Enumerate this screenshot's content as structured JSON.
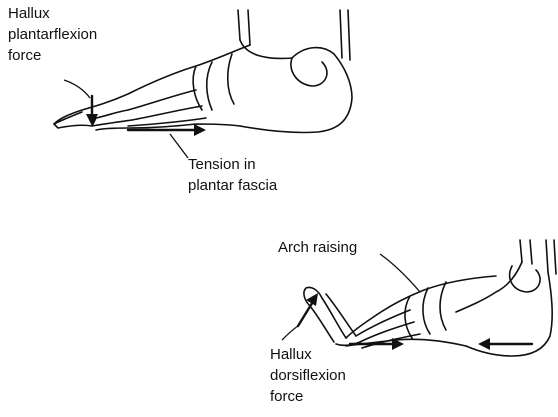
{
  "panels": [
    {
      "foot_position": "plantarflexed",
      "labels": {
        "hallux_force": [
          "Hallux",
          "plantarflexion",
          "force"
        ],
        "fascia": [
          "Tension in",
          "plantar fascia"
        ]
      }
    },
    {
      "foot_position": "dorsiflexed",
      "labels": {
        "arch": "Arch raising",
        "hallux_force": [
          "Hallux",
          "dorsiflexion",
          "force"
        ]
      }
    }
  ],
  "colors": {
    "ink": "#111111",
    "background": "#ffffff"
  }
}
